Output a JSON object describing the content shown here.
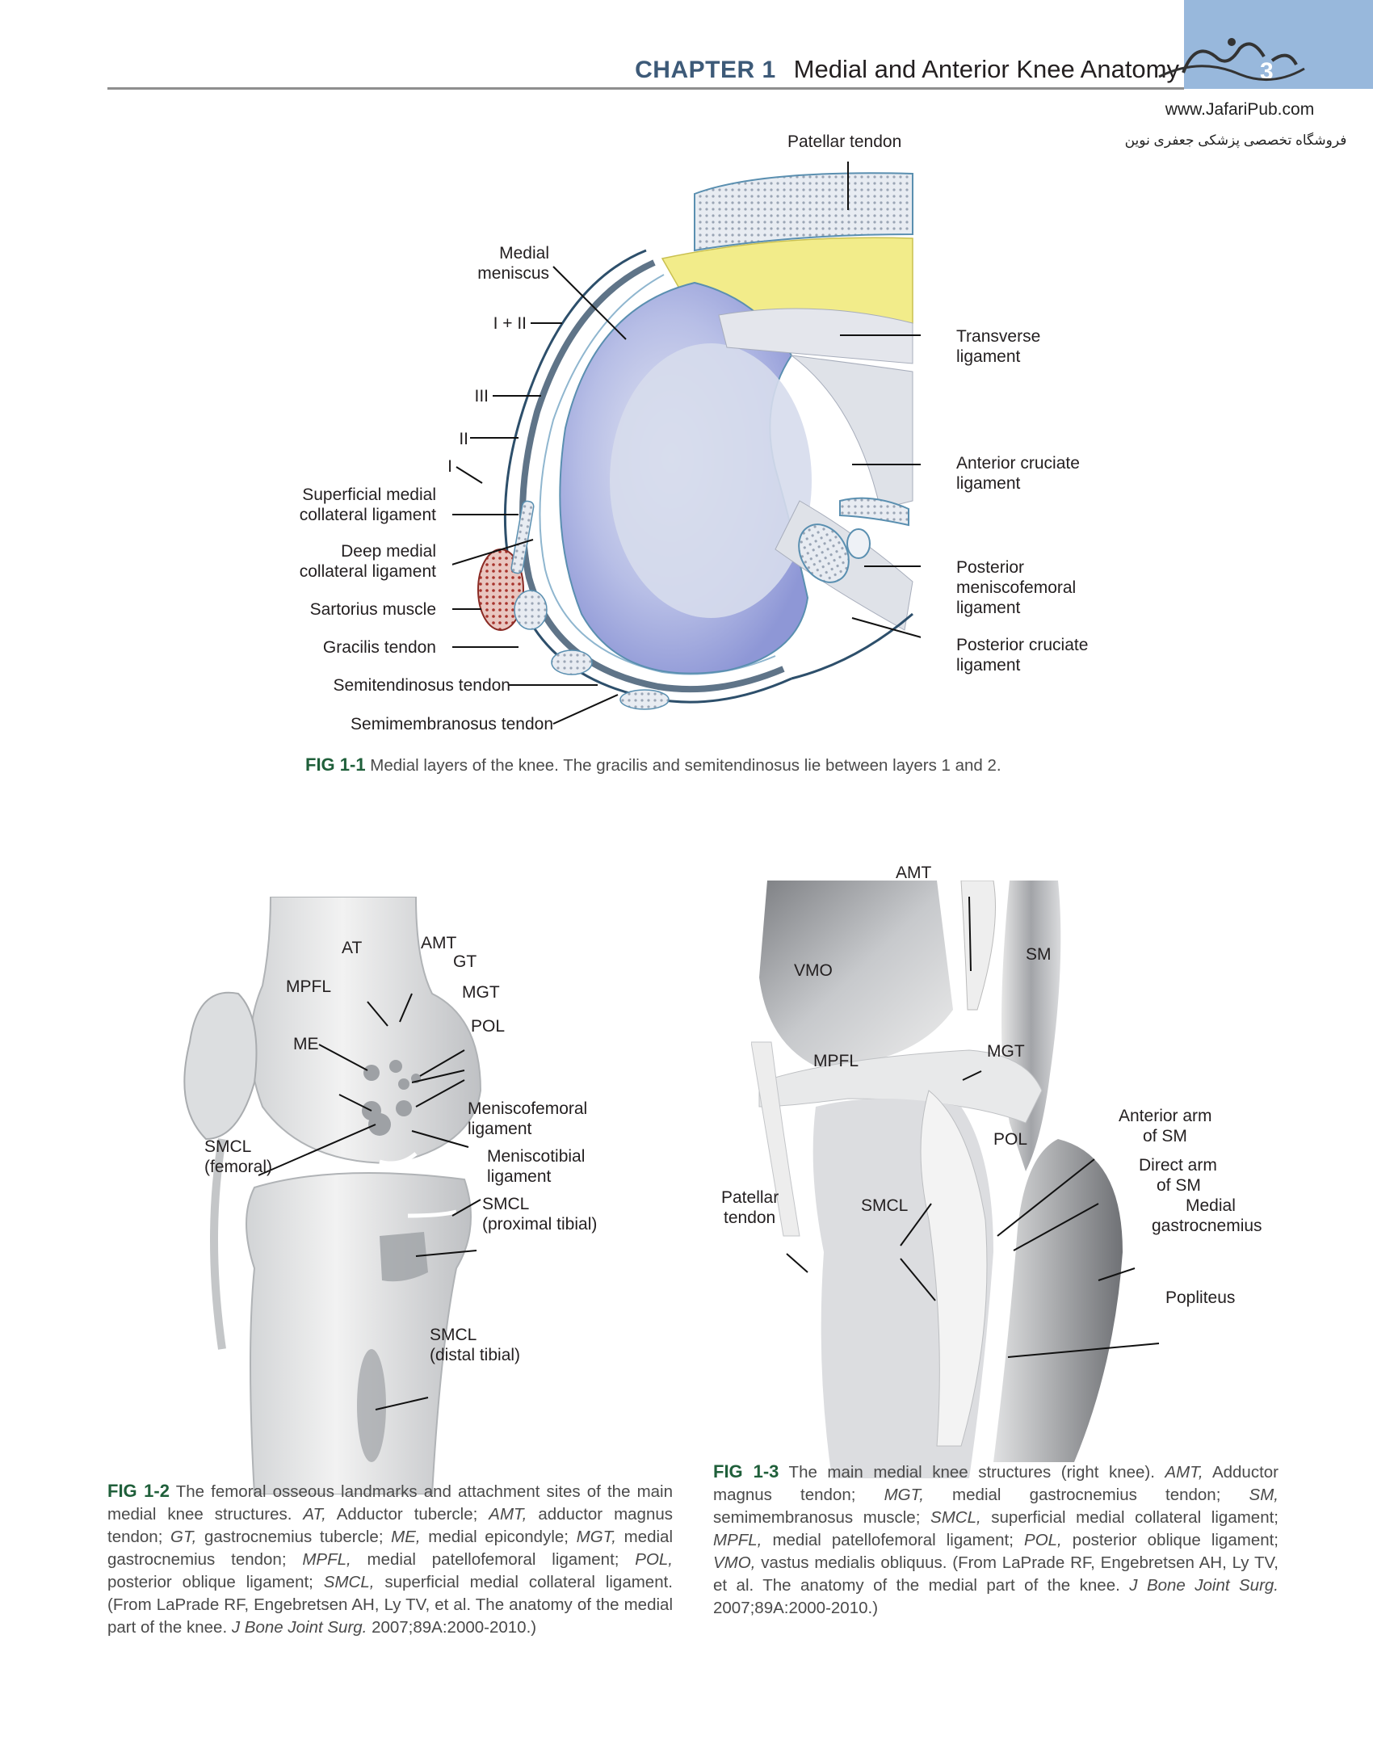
{
  "header": {
    "chapter": "CHAPTER 1",
    "title": "Medial and Anterior Knee Anatomy",
    "page_number": "3"
  },
  "watermark": {
    "url": "www.JafariPub.com",
    "persian": "فروشگاه تخصصی پزشکی جعفری نوین"
  },
  "fig1": {
    "labels": {
      "patellar_tendon": "Patellar tendon",
      "medial_meniscus_1": "Medial",
      "medial_meniscus_2": "meniscus",
      "layer_1_2": "I + II",
      "layer_3": "III",
      "layer_2": "II",
      "layer_1": "I",
      "smcl_1": "Superficial medial",
      "smcl_2": "collateral ligament",
      "dmcl_1": "Deep medial",
      "dmcl_2": "collateral ligament",
      "sartorius": "Sartorius muscle",
      "gracilis": "Gracilis tendon",
      "semitendinosus": "Semitendinosus tendon",
      "semimembranosus": "Semimembranosus tendon",
      "transverse_1": "Transverse",
      "transverse_2": "ligament",
      "acl_1": "Anterior cruciate",
      "acl_2": "ligament",
      "pmfl_1": "Posterior",
      "pmfl_2": "meniscofemoral",
      "pmfl_3": "ligament",
      "pcl_1": "Posterior cruciate",
      "pcl_2": "ligament"
    },
    "caption_number": "FIG 1-1",
    "caption_text": "Medial layers of the knee. The gracilis and semitendinosus lie between layers 1 and 2."
  },
  "fig2": {
    "labels": {
      "at": "AT",
      "amt": "AMT",
      "gt": "GT",
      "mpfl": "MPFL",
      "mgt": "MGT",
      "pol": "POL",
      "me": "ME",
      "mfl_1": "Meniscofemoral",
      "mfl_2": "ligament",
      "smcl_fem_1": "SMCL",
      "smcl_fem_2": "(femoral)",
      "mtl_1": "Meniscotibial",
      "mtl_2": "ligament",
      "smcl_prox_1": "SMCL",
      "smcl_prox_2": "(proximal tibial)",
      "smcl_dist_1": "SMCL",
      "smcl_dist_2": "(distal tibial)"
    },
    "caption_number": "FIG 1-2",
    "caption_parts": [
      {
        "t": " The femoral osseous landmarks and attachment sites of the main medial knee structures. ",
        "i": false
      },
      {
        "t": "AT,",
        "i": true
      },
      {
        "t": " Adductor tubercle; ",
        "i": false
      },
      {
        "t": "AMT,",
        "i": true
      },
      {
        "t": " adductor magnus tendon; ",
        "i": false
      },
      {
        "t": "GT,",
        "i": true
      },
      {
        "t": " gastrocnemius tubercle; ",
        "i": false
      },
      {
        "t": "ME,",
        "i": true
      },
      {
        "t": " medial epicondyle; ",
        "i": false
      },
      {
        "t": "MGT,",
        "i": true
      },
      {
        "t": " medial gastrocnemius tendon; ",
        "i": false
      },
      {
        "t": "MPFL,",
        "i": true
      },
      {
        "t": " medial patellofemoral ligament; ",
        "i": false
      },
      {
        "t": "POL,",
        "i": true
      },
      {
        "t": " posterior oblique ligament; ",
        "i": false
      },
      {
        "t": "SMCL,",
        "i": true
      },
      {
        "t": " superficial medial collateral ligament. (From LaPrade RF, Engebretsen AH, Ly TV, et al. The anatomy of the medial part of the knee. ",
        "i": false
      },
      {
        "t": "J Bone Joint Surg.",
        "i": true
      },
      {
        "t": " 2007;89A:2000-2010.)",
        "i": false
      }
    ]
  },
  "fig3": {
    "labels": {
      "amt": "AMT",
      "vmo": "VMO",
      "sm": "SM",
      "mpfl": "MPFL",
      "mgt": "MGT",
      "anterior_arm_1": "Anterior arm",
      "anterior_arm_2": "of SM",
      "pol": "POL",
      "direct_arm_1": "Direct arm",
      "direct_arm_2": "of SM",
      "patellar_1": "Patellar",
      "patellar_2": "tendon",
      "smcl": "SMCL",
      "medial_gastroc_1": "Medial",
      "medial_gastroc_2": "gastrocnemius",
      "popliteus": "Popliteus"
    },
    "caption_number": "FIG 1-3",
    "caption_parts": [
      {
        "t": " The main medial knee structures (right knee). ",
        "i": false
      },
      {
        "t": "AMT,",
        "i": true
      },
      {
        "t": " Adductor magnus tendon; ",
        "i": false
      },
      {
        "t": "MGT,",
        "i": true
      },
      {
        "t": " medial gastrocnemius tendon; ",
        "i": false
      },
      {
        "t": "SM,",
        "i": true
      },
      {
        "t": " semimembranosus muscle; ",
        "i": false
      },
      {
        "t": "SMCL,",
        "i": true
      },
      {
        "t": " superficial medial collateral ligament; ",
        "i": false
      },
      {
        "t": "MPFL,",
        "i": true
      },
      {
        "t": " medial patellofemoral ligament; ",
        "i": false
      },
      {
        "t": "POL,",
        "i": true
      },
      {
        "t": " posterior oblique ligament; ",
        "i": false
      },
      {
        "t": "VMO,",
        "i": true
      },
      {
        "t": " vastus medialis obliquus. (From LaPrade RF, Engebretsen AH, Ly TV, et al. The anatomy of the medial part of the knee. ",
        "i": false
      },
      {
        "t": "J Bone Joint Surg.",
        "i": true
      },
      {
        "t": " 2007;89A:2000-2010.)",
        "i": false
      }
    ]
  },
  "colors": {
    "chapter": "#3d5a78",
    "fig_number": "#1f5f3a",
    "corner": "#98b8dc"
  }
}
